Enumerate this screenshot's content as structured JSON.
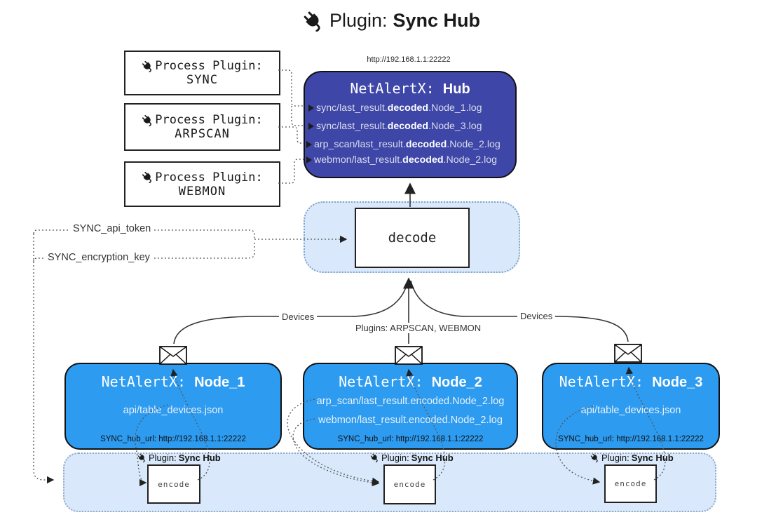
{
  "title": {
    "prefix": "Plugin:",
    "name": "Sync Hub"
  },
  "process_plugins": [
    {
      "label": "Process Plugin:",
      "name": "SYNC"
    },
    {
      "label": "Process Plugin:",
      "name": "ARPSCAN"
    },
    {
      "label": "Process Plugin:",
      "name": "WEBMON"
    }
  ],
  "hub": {
    "url": "http://192.168.1.1:22222",
    "title_prefix": "NetAlertX:",
    "title_name": "Hub",
    "logs": [
      {
        "pre": "sync/last_result.",
        "bold": "decoded",
        "post": ".Node_1.log"
      },
      {
        "pre": "sync/last_result.",
        "bold": "decoded",
        "post": ".Node_3.log"
      },
      {
        "pre": "arp_scan/last_result.",
        "bold": "decoded",
        "post": ".Node_2.log"
      },
      {
        "pre": "webmon/last_result.",
        "bold": "decoded",
        "post": ".Node_2.log"
      }
    ]
  },
  "decode": {
    "label": "decode"
  },
  "config": {
    "api_token": "SYNC_api_token",
    "encryption_key": "SYNC_encryption_key"
  },
  "edges": {
    "devices_left": "Devices",
    "devices_right": "Devices",
    "plugins_center": "Plugins: ARPSCAN, WEBMON"
  },
  "nodes": [
    {
      "title_prefix": "NetAlertX:",
      "title_name": "Node_1",
      "files": [
        "api/table_devices.json"
      ],
      "hub_url": "SYNC_hub_url: http://192.168.1.1:22222"
    },
    {
      "title_prefix": "NetAlertX:",
      "title_name": "Node_2",
      "files": [
        "arp_scan/last_result.encoded.Node_2.log",
        "webmon/last_result.encoded.Node_2.log"
      ],
      "hub_url": "SYNC_hub_url: http://192.168.1.1:22222"
    },
    {
      "title_prefix": "NetAlertX:",
      "title_name": "Node_3",
      "files": [
        "api/table_devices.json"
      ],
      "hub_url": "SYNC_hub_url: http://192.168.1.1:22222"
    }
  ],
  "band": {
    "plugin_prefix": "Plugin:",
    "plugin_name": "Sync Hub",
    "encode_label": "encode"
  },
  "icons": {
    "plug": "plug-icon",
    "envelope": "envelope-icon",
    "arrowhead": "arrowhead-icon"
  },
  "colors": {
    "hub": "#3E46A8",
    "node": "#2D9BF0",
    "panel": "#D9E8FA",
    "line": "#444444"
  }
}
